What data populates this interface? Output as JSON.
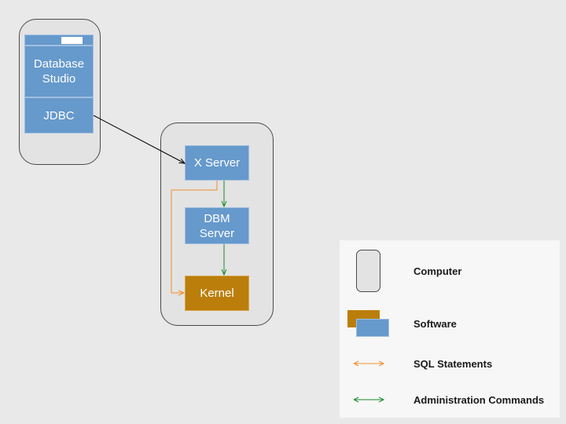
{
  "nodes": {
    "database_studio": "Database\nStudio",
    "jdbc": "JDBC",
    "x_server": "X Server",
    "dbm_server": "DBM\nServer",
    "kernel": "Kernel"
  },
  "legend": {
    "computer": "Computer",
    "software": "Software",
    "sql_statements": "SQL Statements",
    "admin_commands": "Administration Commands"
  },
  "colors": {
    "software_blue": "#6699cc",
    "kernel_brown": "#bb7e0b",
    "sql_orange": "#f28c28",
    "admin_green": "#1a8a2a"
  }
}
